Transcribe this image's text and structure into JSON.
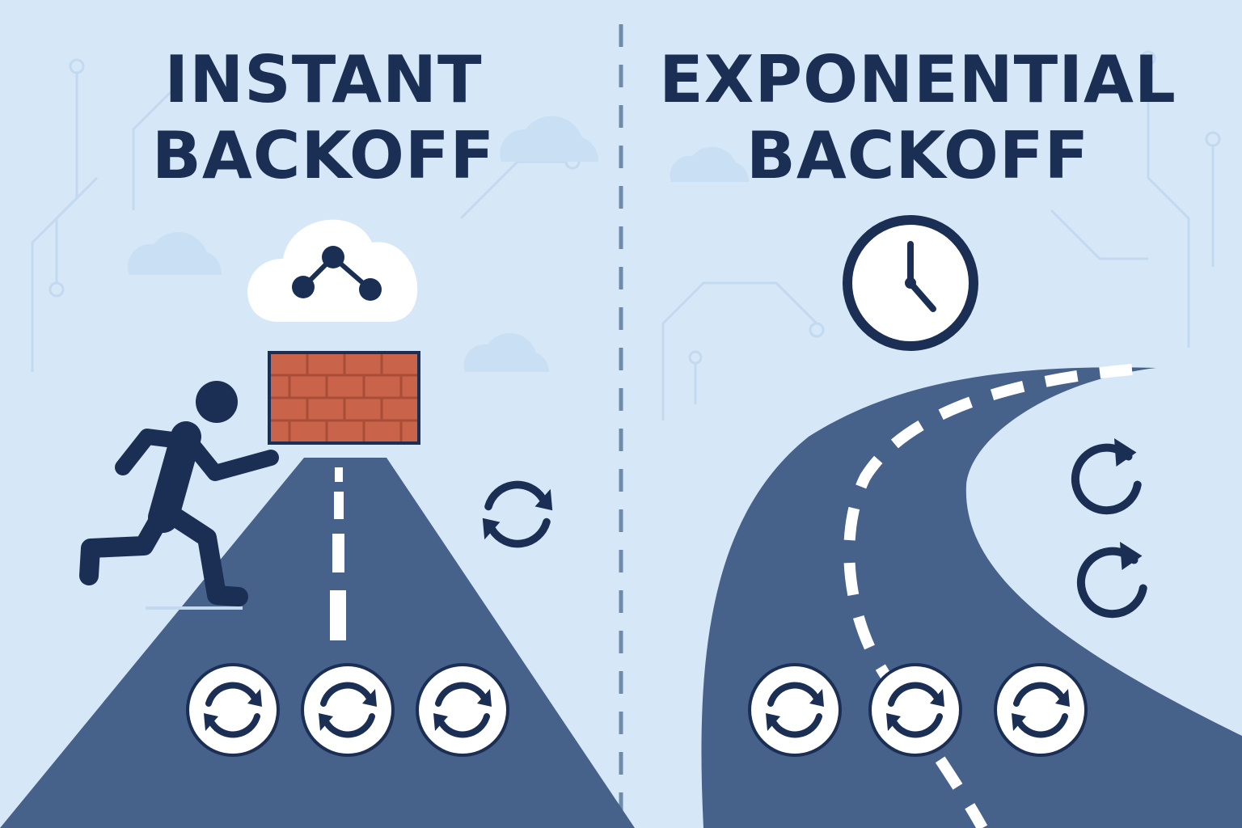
{
  "panels": {
    "left": {
      "title_line1": "INSTANT",
      "title_line2": "BACKOFF"
    },
    "right": {
      "title_line1": "EXPONENTIAL",
      "title_line2": "BACKOFF"
    }
  },
  "icons": {
    "left": [
      "cloud-network-icon",
      "brick-wall-icon",
      "running-person-icon",
      "retry-cycle-icon",
      "retry-icon",
      "retry-icon",
      "retry-icon"
    ],
    "right": [
      "clock-icon",
      "retry-cycle-icon",
      "retry-cycle-icon",
      "retry-icon",
      "retry-icon",
      "retry-icon"
    ]
  },
  "colors": {
    "background": "#d6e8f8",
    "navy": "#1b2f55",
    "road": "#46618a",
    "brick": "#c9634a",
    "lane_marking": "#ffffff",
    "divider": "#6f8bab"
  }
}
